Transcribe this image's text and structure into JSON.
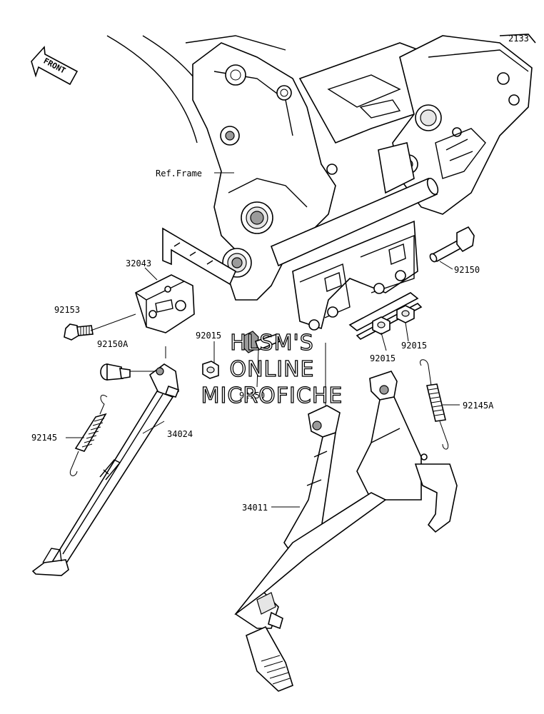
{
  "front_arrow": {
    "label": "FRONT"
  },
  "labels": {
    "ref_frame": "Ref.Frame",
    "p32043": "32043",
    "p92153": "92153",
    "p92150A": "92150A",
    "p92015_left": "92015",
    "p92150_under_wm": "92150",
    "p92145": "92145",
    "p34024": "34024",
    "p34011": "34011",
    "p92150_right": "92150",
    "p92015_mid": "92015",
    "p92015_right": "92015",
    "p92145A": "92145A",
    "corner_partial": "2133"
  },
  "watermark": {
    "line1": "HLSM'S",
    "line2": "ONLINE",
    "line3": "MICROFICHE"
  }
}
